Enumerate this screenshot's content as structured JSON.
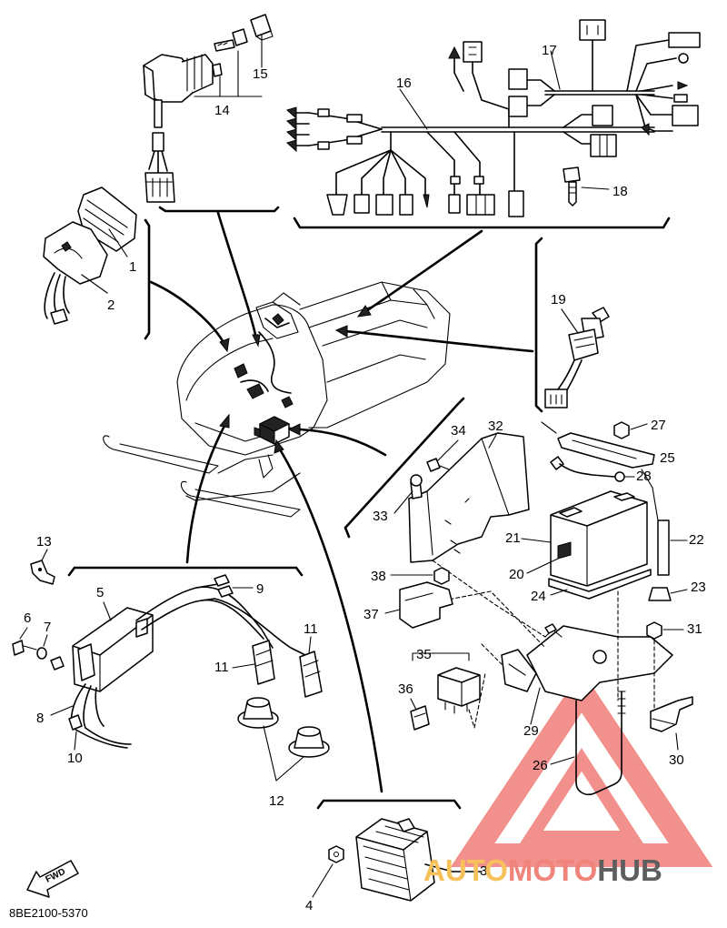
{
  "diagram_code": "8BE2100-5370",
  "fwd_label": "FWD",
  "watermark": {
    "part1": "AUTO",
    "part2": "MOTO",
    "part3": "HUB",
    "triangle_color": "#ef7d78",
    "color1": "#f6c15a",
    "color2": "#f0847a",
    "color3": "#5e5e5e"
  },
  "callouts": [
    {
      "id": "1",
      "text": "1"
    },
    {
      "id": "2",
      "text": "2"
    },
    {
      "id": "3",
      "text": "3"
    },
    {
      "id": "4",
      "text": "4"
    },
    {
      "id": "5",
      "text": "5"
    },
    {
      "id": "6",
      "text": "6"
    },
    {
      "id": "7",
      "text": "7"
    },
    {
      "id": "8",
      "text": "8"
    },
    {
      "id": "9",
      "text": "9"
    },
    {
      "id": "10",
      "text": "10"
    },
    {
      "id": "11a",
      "text": "11"
    },
    {
      "id": "11b",
      "text": "11"
    },
    {
      "id": "12",
      "text": "12"
    },
    {
      "id": "13",
      "text": "13"
    },
    {
      "id": "14",
      "text": "14"
    },
    {
      "id": "15",
      "text": "15"
    },
    {
      "id": "16",
      "text": "16"
    },
    {
      "id": "17",
      "text": "17"
    },
    {
      "id": "18",
      "text": "18"
    },
    {
      "id": "19",
      "text": "19"
    },
    {
      "id": "20",
      "text": "20"
    },
    {
      "id": "21",
      "text": "21"
    },
    {
      "id": "22",
      "text": "22"
    },
    {
      "id": "23",
      "text": "23"
    },
    {
      "id": "24",
      "text": "24"
    },
    {
      "id": "25",
      "text": "25"
    },
    {
      "id": "26",
      "text": "26"
    },
    {
      "id": "27",
      "text": "27"
    },
    {
      "id": "28",
      "text": "28"
    },
    {
      "id": "29",
      "text": "29"
    },
    {
      "id": "30",
      "text": "30"
    },
    {
      "id": "31",
      "text": "31"
    },
    {
      "id": "32",
      "text": "32"
    },
    {
      "id": "33",
      "text": "33"
    },
    {
      "id": "34",
      "text": "34"
    },
    {
      "id": "35",
      "text": "35"
    },
    {
      "id": "36",
      "text": "36"
    },
    {
      "id": "37",
      "text": "37"
    },
    {
      "id": "38",
      "text": "38"
    }
  ]
}
